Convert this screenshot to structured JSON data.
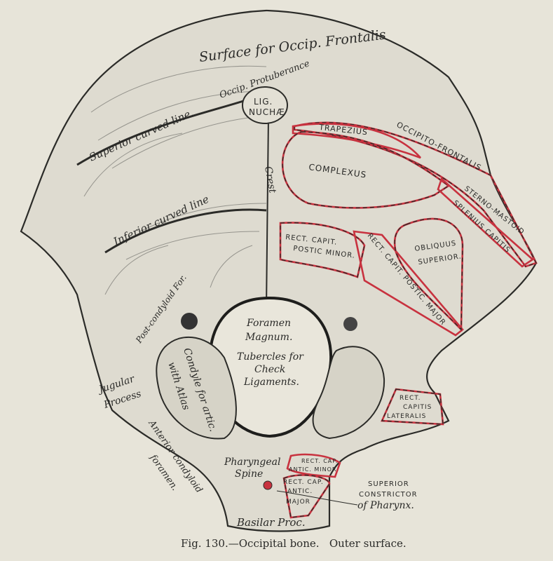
{
  "figure": {
    "caption": "Fig. 130.—Occipital bone.   Outer surface.",
    "labels": {
      "surface_occip_frontalis": "Surface for Occip. Frontalis",
      "occip_protuberance": "Occip. Protuberance",
      "lig": "LIG.",
      "nuchae": "NUCHÆ",
      "superior_curved_line": "Superior curved line.",
      "crest": "Crest",
      "inferior_curved_line": "Inferior curved line",
      "post_condyloid_for": "Post-condyloid For.",
      "foramen": "Foramen",
      "magnum": "Magnum.",
      "tubercles_1": "Tubercles for",
      "tubercles_2": "Check",
      "tubercles_3": "Ligaments.",
      "condyle_1": "Condyle for artic.",
      "condyle_2": "with Atlas",
      "jugular_1": "Jugular",
      "jugular_2": "Process",
      "ant_condyloid_1": "Anterior condyloid",
      "ant_condyloid_2": "foramen.",
      "pharyngeal_1": "Pharyngeal",
      "pharyngeal_2": "Spine",
      "basilar": "Basilar Proc."
    },
    "muscles": {
      "trapezius": "TRAPEZIUS",
      "occipito_frontalis": "OCCIPITO-FRONTALIS",
      "complexus": "COMPLEXUS",
      "sterno_mastoid": "STERNO-MASTOID",
      "splenius": "SPLENIUS CAPITIS",
      "rcpm_1": "RECT. CAPIT.",
      "rcpm_2": "POSTIC MINOR.",
      "rcpmaj": "RECT. CAPIT. POSTIC. MAJOR",
      "obliquus_1": "OBLIQUUS",
      "obliquus_2": "SUPERIOR.",
      "rcl_1": "RECT.",
      "rcl_2": "CAPITIS",
      "rcl_3": "LATERALIS",
      "rcam_1": "RECT. CAP.",
      "rcam_2": "ANTIC. MINOR",
      "rcamaj_1": "RECT. CAP.",
      "rcamaj_2": "ANTIC.",
      "rcamaj_3": "MAJOR",
      "sup_constrictor_1": "SUPERIOR",
      "sup_constrictor_2": "CONSTRICTOR",
      "sup_constrictor_3": "of Pharynx."
    },
    "colors": {
      "background": "#e7e4d9",
      "muscle_outline": "#c8323f",
      "ink": "#2b2b28"
    }
  }
}
